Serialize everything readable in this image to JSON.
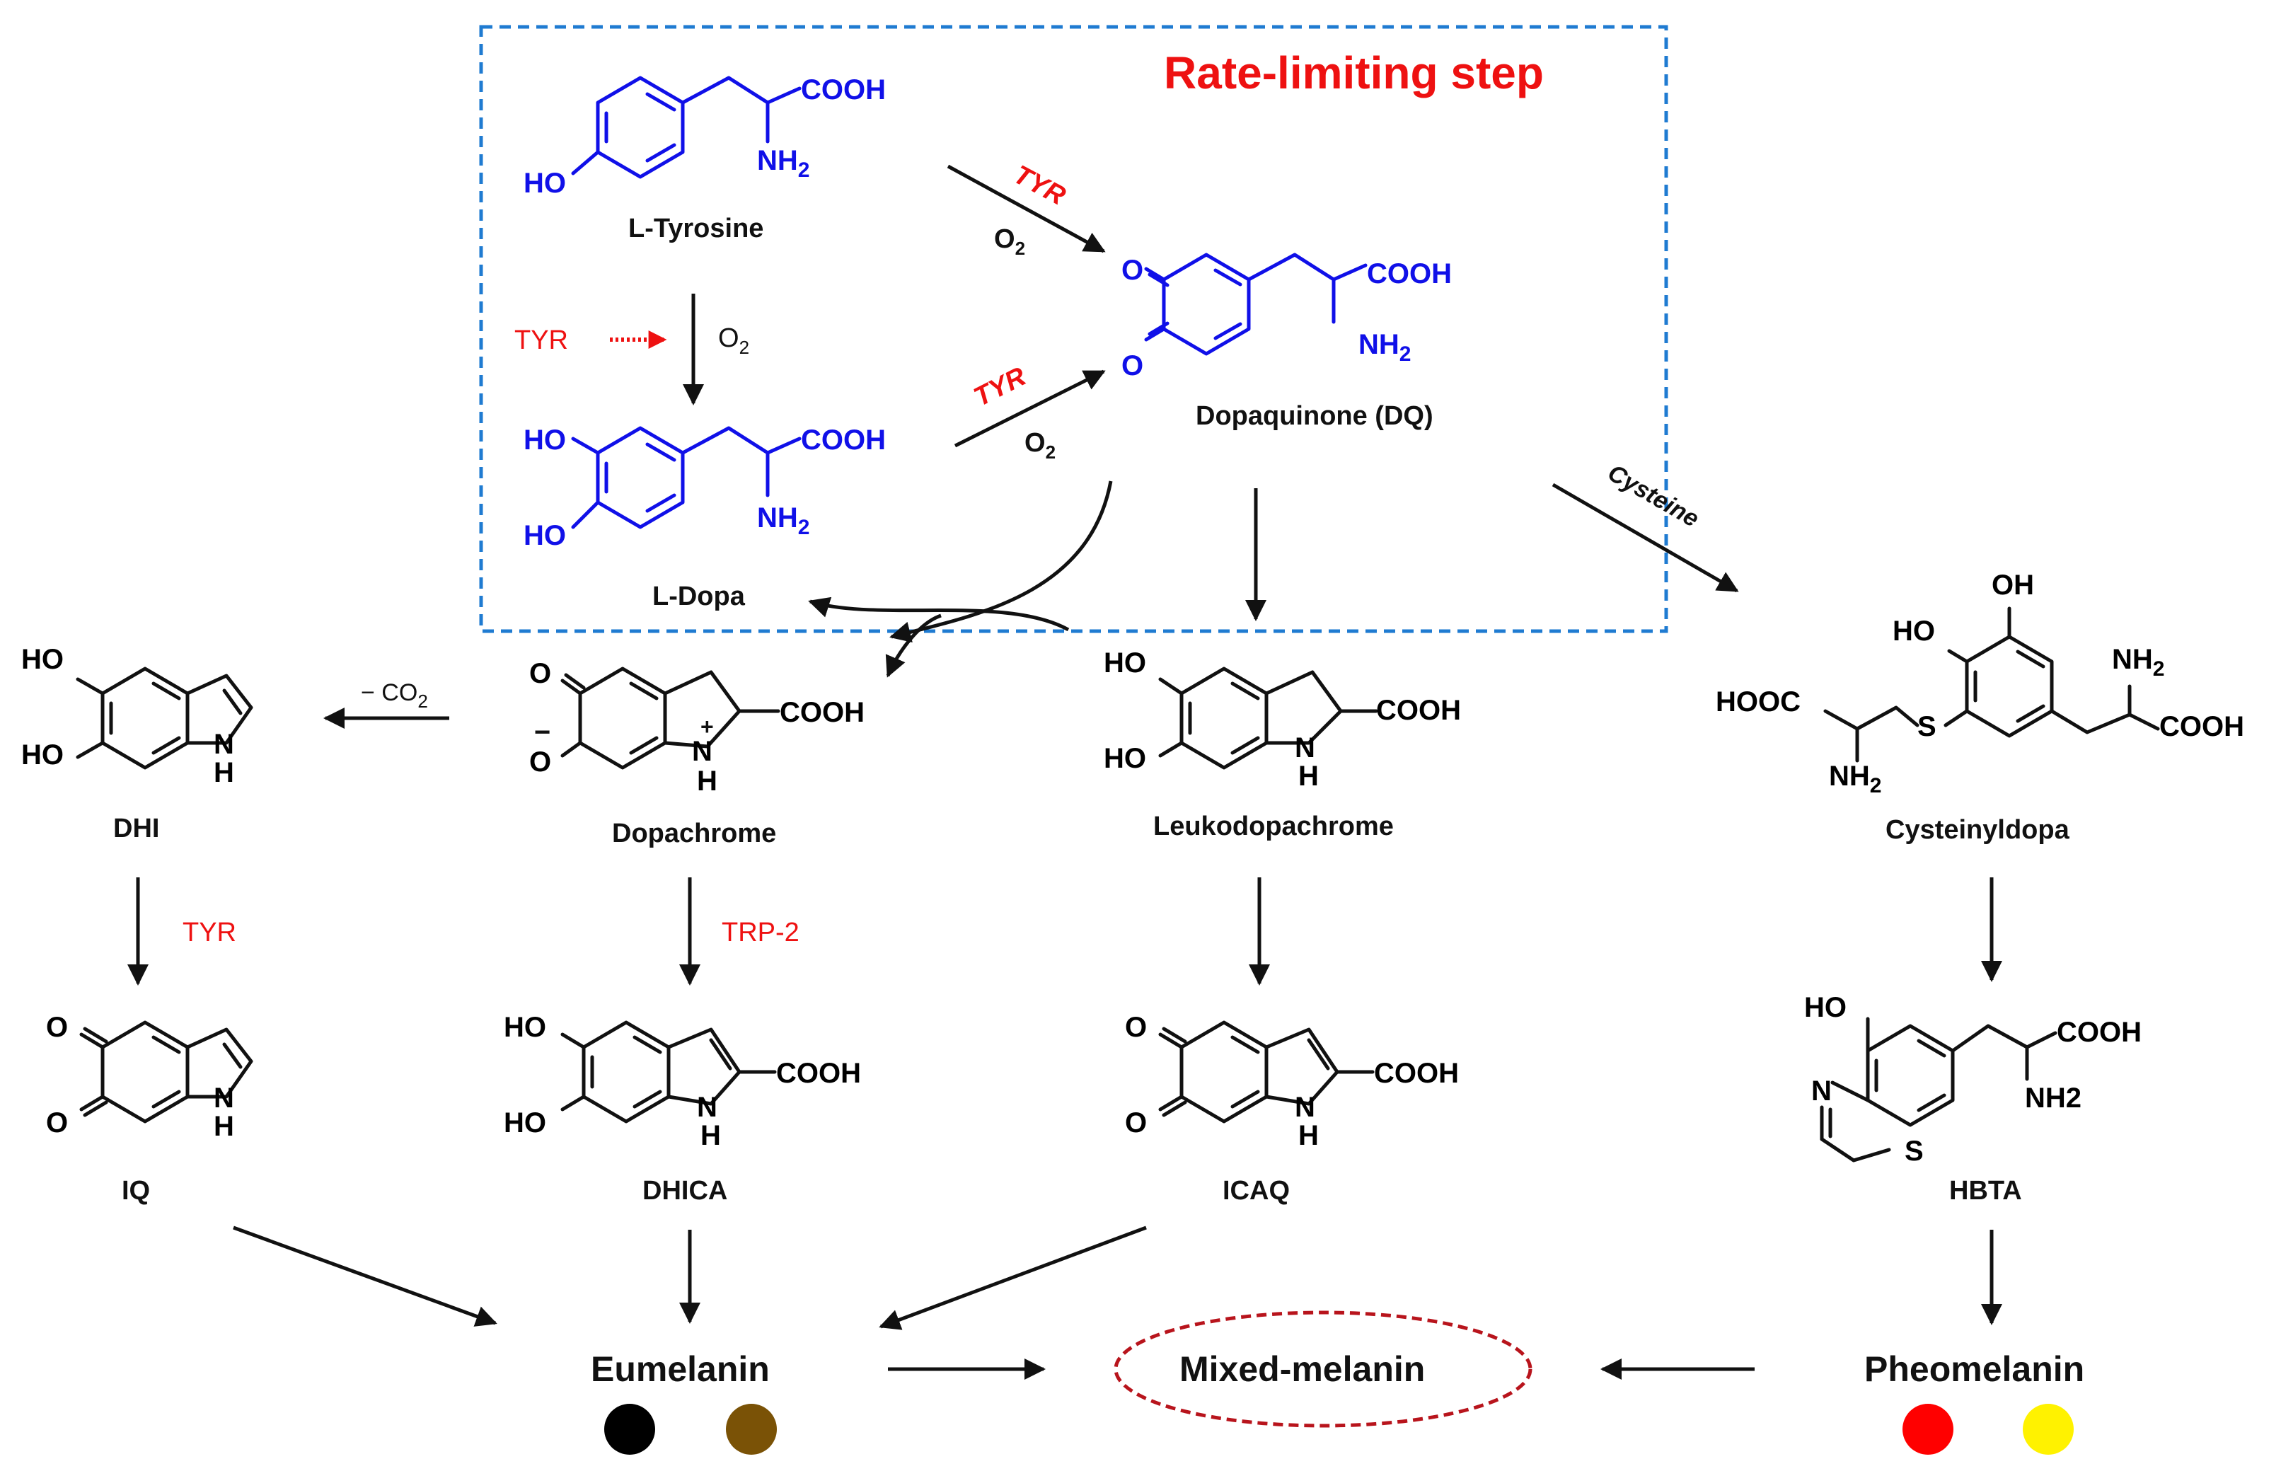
{
  "box_title": "Rate-limiting step",
  "colors": {
    "box_border": "#1f7bd1",
    "ellipse_border": "#b8141c",
    "enzyme": "#ee1111",
    "structure_blue": "#1010e8",
    "eumelanin_black": "#000000",
    "eumelanin_brown": "#7a5206",
    "pheomelanin_red": "#ff0000",
    "pheomelanin_yellow": "#fff200"
  },
  "compounds": {
    "tyrosine": "L-Tyrosine",
    "ldopa": "L-Dopa",
    "dopaquinone": "Dopaquinone (DQ)",
    "dhi": "DHI",
    "dopachrome": "Dopachrome",
    "leukodopachrome": "Leukodopachrome",
    "cysteinyldopa": "Cysteinyldopa",
    "iq": "IQ",
    "dhica": "DHICA",
    "icaq": "ICAQ",
    "hbta": "HBTA"
  },
  "products": {
    "eumelanin": "Eumelanin",
    "mixed": "Mixed-melanin",
    "pheomelanin": "Pheomelanin"
  },
  "reactions": {
    "tyr_1": "TYR",
    "o2_1": "O",
    "tyr_2": "TYR",
    "o2_2": "O",
    "tyr_3": "TYR",
    "o2_3": "O",
    "o2_sub": "2",
    "cysteine": "Cysteine",
    "co2_loss": "− CO",
    "co2_sub": "2",
    "tyr_dhi": "TYR",
    "trp2": "TRP-2"
  },
  "atoms": {
    "cooh": "COOH",
    "hooc": "HOOC",
    "nh2": "NH",
    "nh2_hbta": "NH2",
    "sub2": "2",
    "ho": "HO",
    "oh": "OH",
    "o": "O",
    "n": "N",
    "h": "H",
    "s": "S",
    "plus": "+",
    "minus": "−"
  }
}
